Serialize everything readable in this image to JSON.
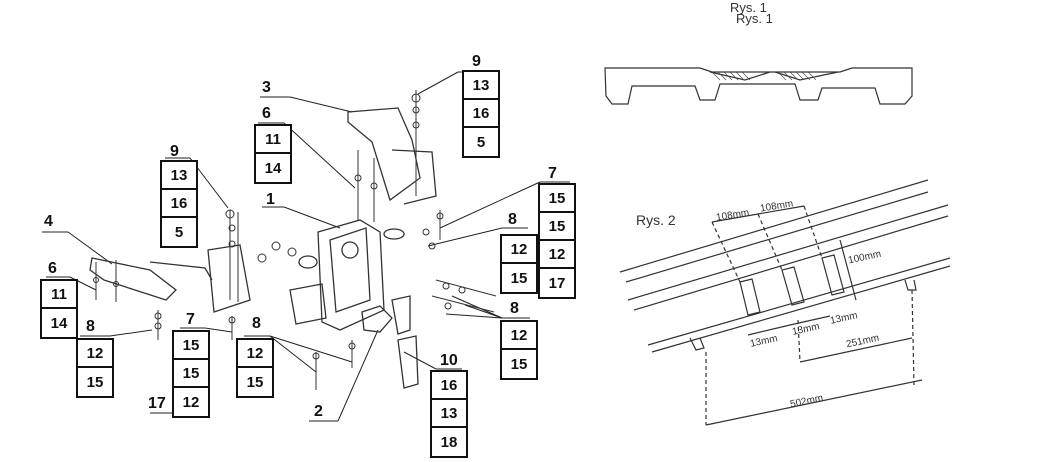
{
  "labels": {
    "fig1_title_a": "Rys. 1",
    "fig1_title_b": "Rys. 1",
    "fig2_title": "Rys. 2",
    "callouts": {
      "c3": "3",
      "c6a": "6",
      "c1": "1",
      "c4": "4",
      "c6b": "6",
      "c8a": "8",
      "c7a": "7",
      "c8b": "8",
      "c17": "17",
      "c2": "2",
      "c10": "10",
      "c9a": "9",
      "c9b": "9",
      "c7b": "7",
      "c8c": "8",
      "c8d": "8"
    },
    "boxes": {
      "b9_top": [
        "13",
        "16",
        "5"
      ],
      "b6_top": [
        "11",
        "14"
      ],
      "b9_left": [
        "13",
        "16",
        "5"
      ],
      "b6_left": [
        "11",
        "14"
      ],
      "b8_left": [
        "12",
        "15"
      ],
      "b7_left": [
        "15",
        "15",
        "12"
      ],
      "b8_mid": [
        "12",
        "15"
      ],
      "b10": [
        "16",
        "13",
        "18"
      ],
      "b8_right_a": [
        "12",
        "15"
      ],
      "b7_right": [
        "15",
        "15",
        "12",
        "17"
      ],
      "b8_right_b": [
        "12",
        "15"
      ]
    }
  },
  "dimensions": {
    "d108a": "108mm",
    "d108b": "108mm",
    "d100": "100mm",
    "d13a": "13mm",
    "d13b": "13mm",
    "d13c": "13mm",
    "d251": "251mm",
    "d502": "502mm"
  }
}
